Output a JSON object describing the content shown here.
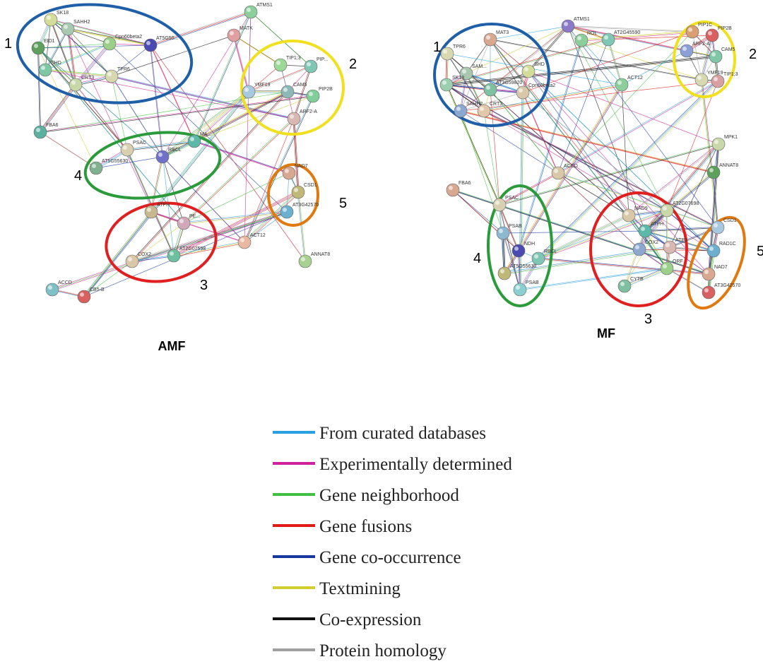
{
  "panels": [
    {
      "id": "amf",
      "title": "AMF",
      "nodes": [
        {
          "id": "SK18",
          "color": "#d4dc9a"
        },
        {
          "id": "SAHH2",
          "color": "#a8c8b0"
        },
        {
          "id": "Cpn60beta2",
          "color": "#9ccf8a"
        },
        {
          "id": "AT5G50...",
          "color": "#4a4ab0"
        },
        {
          "id": "EID1",
          "color": "#5ca05c"
        },
        {
          "id": "SHD",
          "color": "#7fc7a5"
        },
        {
          "id": "CRT3",
          "color": "#c8d8a8"
        },
        {
          "id": "TPR6",
          "color": "#d8d8b0"
        },
        {
          "id": "ATMS1",
          "color": "#8ccf9c"
        },
        {
          "id": "MATK",
          "color": "#e0a0a0"
        },
        {
          "id": "TIP1;3",
          "color": "#9cd898"
        },
        {
          "id": "PIP...",
          "color": "#7fc7b5"
        },
        {
          "id": "YMF19",
          "color": "#a8c8e0"
        },
        {
          "id": "CAM5",
          "color": "#8cb8b8"
        },
        {
          "id": "PIP2B",
          "color": "#7fcf98"
        },
        {
          "id": "ARF2-A",
          "color": "#d8b8b0"
        },
        {
          "id": "FBA6",
          "color": "#5cb0a0"
        },
        {
          "id": "PSAC",
          "color": "#d8d0b0"
        },
        {
          "id": "RBCL",
          "color": "#7070c8"
        },
        {
          "id": "MA...",
          "color": "#5cb8a8"
        },
        {
          "id": "AT5G55630",
          "color": "#7fb090"
        },
        {
          "id": "NAD7",
          "color": "#d8a890"
        },
        {
          "id": "CSD1",
          "color": "#c0b878"
        },
        {
          "id": "AT3G42570",
          "color": "#6cb0d0"
        },
        {
          "id": "ATPH",
          "color": "#c8b890"
        },
        {
          "id": "PE...",
          "color": "#d0a8b8"
        },
        {
          "id": "COX2",
          "color": "#d8c8a8"
        },
        {
          "id": "AT2G07598",
          "color": "#6cc0a0"
        },
        {
          "id": "ACT12",
          "color": "#e8b8a0"
        },
        {
          "id": "ANNAT8",
          "color": "#a8d090"
        },
        {
          "id": "ACCD",
          "color": "#7fc0c8"
        },
        {
          "id": "CB5-B",
          "color": "#d86060"
        }
      ],
      "clusters": [
        {
          "label": "1",
          "color": "#1f5fa8"
        },
        {
          "label": "2",
          "color": "#f0e020"
        },
        {
          "label": "3",
          "color": "#e02020"
        },
        {
          "label": "4",
          "color": "#2a9a3a"
        },
        {
          "label": "5",
          "color": "#e07a10"
        }
      ]
    },
    {
      "id": "mf",
      "title": "MF",
      "nodes": [
        {
          "id": "MAT3",
          "color": "#d8a890"
        },
        {
          "id": "ATMS1",
          "color": "#8a7ac8"
        },
        {
          "id": "ROL",
          "color": "#8ccf9c"
        },
        {
          "id": "AT2G45590",
          "color": "#7fc7b5"
        },
        {
          "id": "TPR6",
          "color": "#d8d8b0"
        },
        {
          "id": "SAM...",
          "color": "#a8c8b0"
        },
        {
          "id": "SK18",
          "color": "#9ccfb0"
        },
        {
          "id": "SAHH2",
          "color": "#8ca8d0"
        },
        {
          "id": "SHD",
          "color": "#d4dc9a"
        },
        {
          "id": "AT3G59820",
          "color": "#7fc0a0"
        },
        {
          "id": "Cpn60beta2",
          "color": "#d8c8a8"
        },
        {
          "id": "CRT3",
          "color": "#e0c8a8"
        },
        {
          "id": "PIP1C",
          "color": "#d8a070"
        },
        {
          "id": "PIP2B",
          "color": "#d86060"
        },
        {
          "id": "ARF2-A",
          "color": "#8ca0d8"
        },
        {
          "id": "CAM5",
          "color": "#7fc7a5"
        },
        {
          "id": "YMF19",
          "color": "#d8d8b0"
        },
        {
          "id": "TIP1;3",
          "color": "#d8a0a0"
        },
        {
          "id": "ACT12",
          "color": "#8ccf9c"
        },
        {
          "id": "MPK1",
          "color": "#c8d8a8"
        },
        {
          "id": "ANNAT8",
          "color": "#5ca05c"
        },
        {
          "id": "FBA6",
          "color": "#d8a890"
        },
        {
          "id": "ACCD",
          "color": "#d8c8a8"
        },
        {
          "id": "PSAC",
          "color": "#d8d0b0"
        },
        {
          "id": "PSAB",
          "color": "#8cb8d0"
        },
        {
          "id": "NDH",
          "color": "#4a4ab0"
        },
        {
          "id": "RBCL",
          "color": "#7fc7b5"
        },
        {
          "id": "AT5G55630",
          "color": "#c0b878"
        },
        {
          "id": "PSAB ",
          "color": "#8ccfd0"
        },
        {
          "id": "NAD9",
          "color": "#d8c8a8"
        },
        {
          "id": "ATPH",
          "color": "#5cb8a8"
        },
        {
          "id": "AT2G07698",
          "color": "#c8d8a8"
        },
        {
          "id": "COX2",
          "color": "#8ca8d0"
        },
        {
          "id": "ATP1",
          "color": "#d8b8b0"
        },
        {
          "id": "CYTB",
          "color": "#7fc0a0"
        },
        {
          "id": "ORF",
          "color": "#9ccf8a"
        },
        {
          "id": "CSD1",
          "color": "#a8c8e0"
        },
        {
          "id": "RAD1C",
          "color": "#6cb0d0"
        },
        {
          "id": "NAD7",
          "color": "#d8a890"
        },
        {
          "id": "AT3G42570",
          "color": "#d86060"
        }
      ],
      "clusters": [
        {
          "label": "1",
          "color": "#1f5fa8"
        },
        {
          "label": "2",
          "color": "#f0e020"
        },
        {
          "label": "3",
          "color": "#e02020"
        },
        {
          "label": "4",
          "color": "#2a9a3a"
        },
        {
          "label": "5",
          "color": "#e07a10"
        }
      ]
    }
  ],
  "legend": [
    {
      "label": "From curated databases",
      "color": "#2aa0e0"
    },
    {
      "label": "Experimentally determined",
      "color": "#d0209a"
    },
    {
      "label": "Gene neighborhood",
      "color": "#40c040"
    },
    {
      "label": "Gene fusions",
      "color": "#e01818"
    },
    {
      "label": "Gene co-occurrence",
      "color": "#1838a0"
    },
    {
      "label": "Textmining",
      "color": "#d0d030"
    },
    {
      "label": "Co-expression",
      "color": "#111111"
    },
    {
      "label": "Protein homology",
      "color": "#a0a0a0"
    }
  ]
}
